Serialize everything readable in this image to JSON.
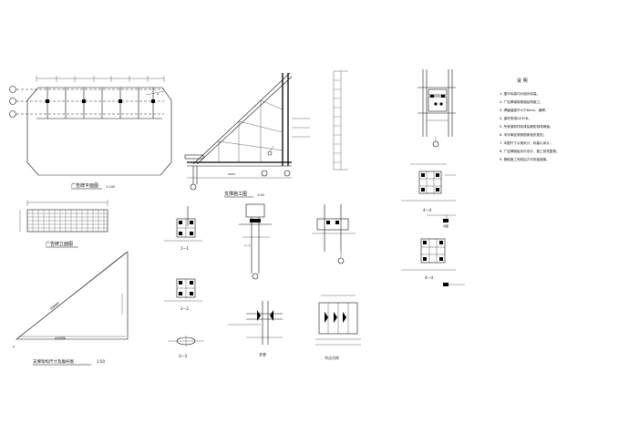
{
  "views": {
    "plan": {
      "title": "广告牌平面图"
    },
    "elevation": {
      "title": "广告牌立面图"
    },
    "section_main": {
      "title": "支撑施工图"
    },
    "triangle": {
      "title": "支撑架构尺寸及腹杆图",
      "scale": "1:50"
    },
    "sec_1_1": {
      "title": "1—1"
    },
    "sec_2_2": {
      "title": "2—2"
    },
    "sec_3_3": {
      "title": "3—3"
    },
    "sec_4_4": {
      "title": "4—4"
    },
    "node_1": {
      "title": "支座"
    },
    "node_2": {
      "title": "节点大样"
    }
  },
  "notes": {
    "heading": "说 明",
    "items": [
      "1. 图中标高均为相对标高。",
      "2. 广告牌钢架按钢结构施工。",
      "3. 焊缝高度不小于6mm，满焊。",
      "4. 钢材采用Q235B。",
      "5. 所有钢构件除锈后刷防锈漆两道。",
      "6. 未尽事宜参照国家相关规范。",
      "7. 本图尺寸以毫米计，标高以米计。",
      "8. 广告牌面板另行设计，施工前须复核。",
      "9. 基础施工完成后方可安装钢架。"
    ]
  }
}
